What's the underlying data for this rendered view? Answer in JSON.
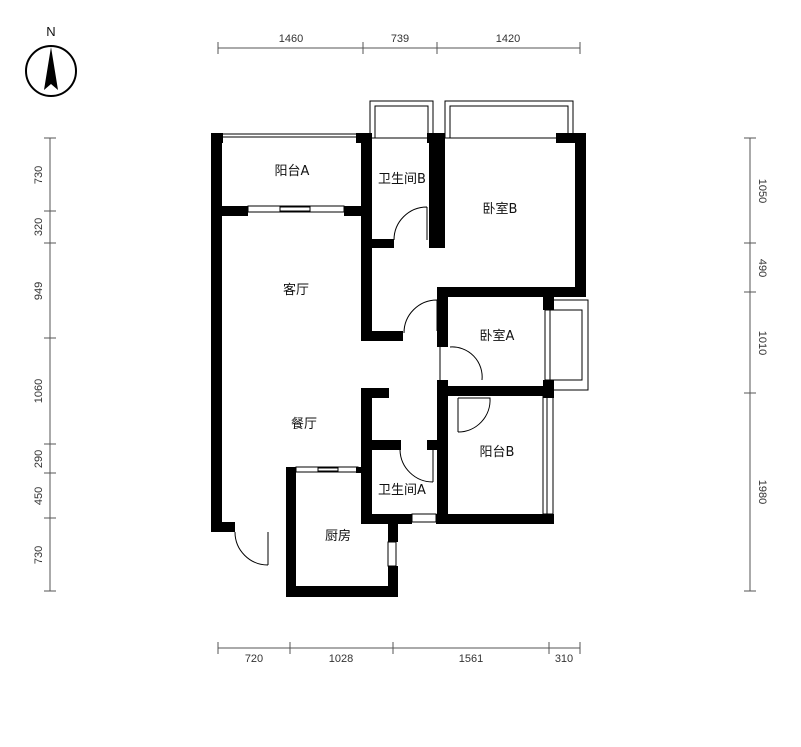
{
  "compass": {
    "label": "N"
  },
  "rooms": {
    "balcony_a": "阳台A",
    "bathroom_b": "卫生间B",
    "bedroom_b": "卧室B",
    "living_room": "客厅",
    "bedroom_a": "卧室A",
    "dining_room": "餐厅",
    "balcony_b": "阳台B",
    "bathroom_a": "卫生间A",
    "kitchen": "厨房"
  },
  "dimensions": {
    "top": [
      "1460",
      "739",
      "1420"
    ],
    "bottom": [
      "720",
      "1028",
      "1561",
      "310"
    ],
    "left": [
      "730",
      "320",
      "949",
      "1060",
      "290",
      "450",
      "730"
    ],
    "right": [
      "1050",
      "490",
      "1010",
      "1980"
    ]
  },
  "colors": {
    "wall": "#000000",
    "line": "#555555"
  }
}
